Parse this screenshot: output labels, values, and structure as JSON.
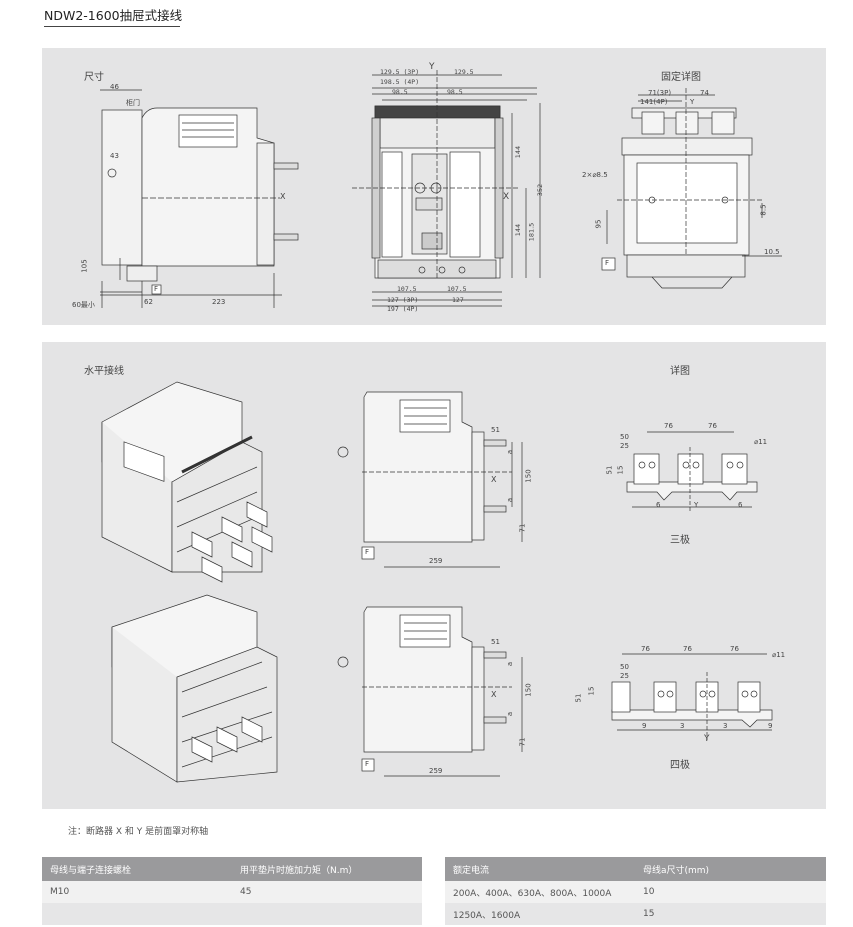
{
  "title": "NDW2-1600抽屉式接线",
  "panel1": {
    "label_dims": "尺寸",
    "label_fixing": "固定详图",
    "side": {
      "d46": "46",
      "door": "柜门",
      "d43": "43",
      "x": "X",
      "d105": "105",
      "d60": "60最小",
      "f": "F",
      "d62": "62",
      "d223": "223"
    },
    "front": {
      "top1": "129.5 (3P)",
      "top2": "198.5 (4P)",
      "top3": "129.5",
      "top4": "98.5",
      "top5": "98.5",
      "y": "Y",
      "x": "X",
      "r1": "144",
      "r2": "144",
      "r3": "181.5",
      "r4": "352",
      "b1": "107.5",
      "b2": "107.5",
      "b3": "127 (3P)",
      "b4": "197 (4P)",
      "b5": "127"
    },
    "fix": {
      "a": "71(3P)",
      "b": "141(4P)",
      "c": "74",
      "y": "Y",
      "holes": "2×⌀8.5",
      "d95": "95",
      "d85": "8.5",
      "d105": "10.5",
      "f": "F"
    }
  },
  "panel2": {
    "label_horizontal": "水平接线",
    "label_detail": "详图",
    "side": {
      "d51": "51",
      "a1": "a",
      "d150": "150",
      "a2": "a",
      "d71": "71",
      "x": "X",
      "f": "F",
      "d259": "259"
    },
    "det3": {
      "d76a": "76",
      "d76b": "76",
      "d50": "50",
      "d25": "25",
      "dia": "⌀11",
      "d51": "51",
      "d15": "15",
      "d6a": "6",
      "y": "Y",
      "d6b": "6",
      "caption": "三极"
    },
    "det4": {
      "d76a": "76",
      "d76b": "76",
      "d76c": "76",
      "d50": "50",
      "d25": "25",
      "dia": "⌀11",
      "d51": "51",
      "d15": "15",
      "d9a": "9",
      "d3a": "3",
      "d3b": "3",
      "d9b": "9",
      "y": "Y",
      "caption": "四极"
    }
  },
  "note": "注：断路器 X 和 Y 是前面罩对称轴",
  "table1": {
    "headers": [
      "母线与端子连接螺栓",
      "用平垫片时施加力矩（N.m）"
    ],
    "rows": [
      [
        "M10",
        "45"
      ]
    ]
  },
  "table2": {
    "headers": [
      "额定电流",
      "母线a尺寸(mm)"
    ],
    "rows": [
      [
        "200A、400A、630A、800A、1000A",
        "10"
      ],
      [
        "1250A、1600A",
        "15"
      ]
    ]
  }
}
